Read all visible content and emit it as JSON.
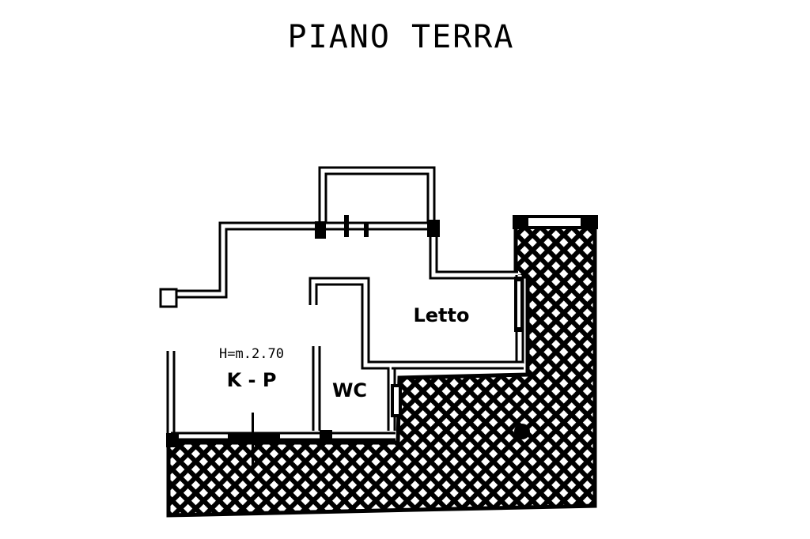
{
  "title": "PIANO TERRA",
  "rooms": {
    "letto": "Letto",
    "wc": "WC",
    "kp": "K - P"
  },
  "height_note": "H=m.2.70",
  "colors": {
    "ink": "#000000",
    "paper": "#ffffff"
  }
}
